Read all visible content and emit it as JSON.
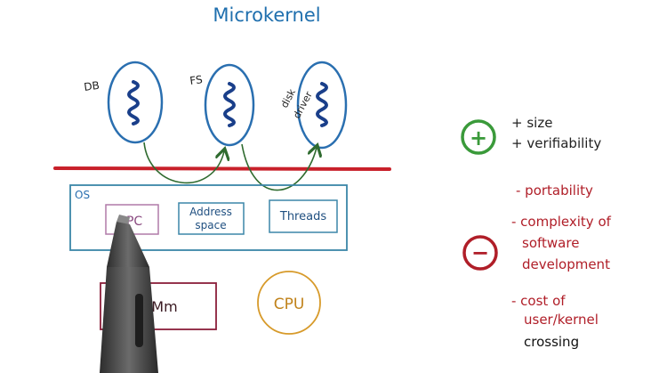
{
  "title": "Microkernel",
  "processes": [
    {
      "label": "DB"
    },
    {
      "label": "FS"
    },
    {
      "label_line1": "disk",
      "label_line2": "driver"
    }
  ],
  "os": {
    "label": "OS",
    "components": [
      {
        "line1": "IPC"
      },
      {
        "line1": "Address",
        "line2": "space"
      },
      {
        "line1": "Threads"
      }
    ]
  },
  "hardware": {
    "memory_label": "Mm",
    "cpu_label": "CPU"
  },
  "pros": {
    "symbol": "+",
    "items": [
      "+ size",
      "+ verifiability"
    ]
  },
  "cons": {
    "symbol": "−",
    "items": [
      {
        "line1": "- portability"
      },
      {
        "line1": "- complexity of",
        "line2": "software",
        "line3": "development"
      },
      {
        "line1": "- cost of",
        "line2": "user/kernel",
        "line3": "crossing"
      }
    ]
  },
  "colors": {
    "title": "#1f6fae",
    "process_outline": "#2a6fb0",
    "thread_squiggle": "#1a3f8a",
    "kernel_line": "#c8202a",
    "ipc_arrow": "#2f6b2f",
    "os_box": "#3b86a8",
    "ipc_box": "#b07aa8",
    "memory_box": "#8a1f3a",
    "cpu_circle": "#d79a2a",
    "pros_green": "#3a9a3a",
    "cons_red": "#b01e28",
    "pen_body": "#4a4a4a"
  }
}
